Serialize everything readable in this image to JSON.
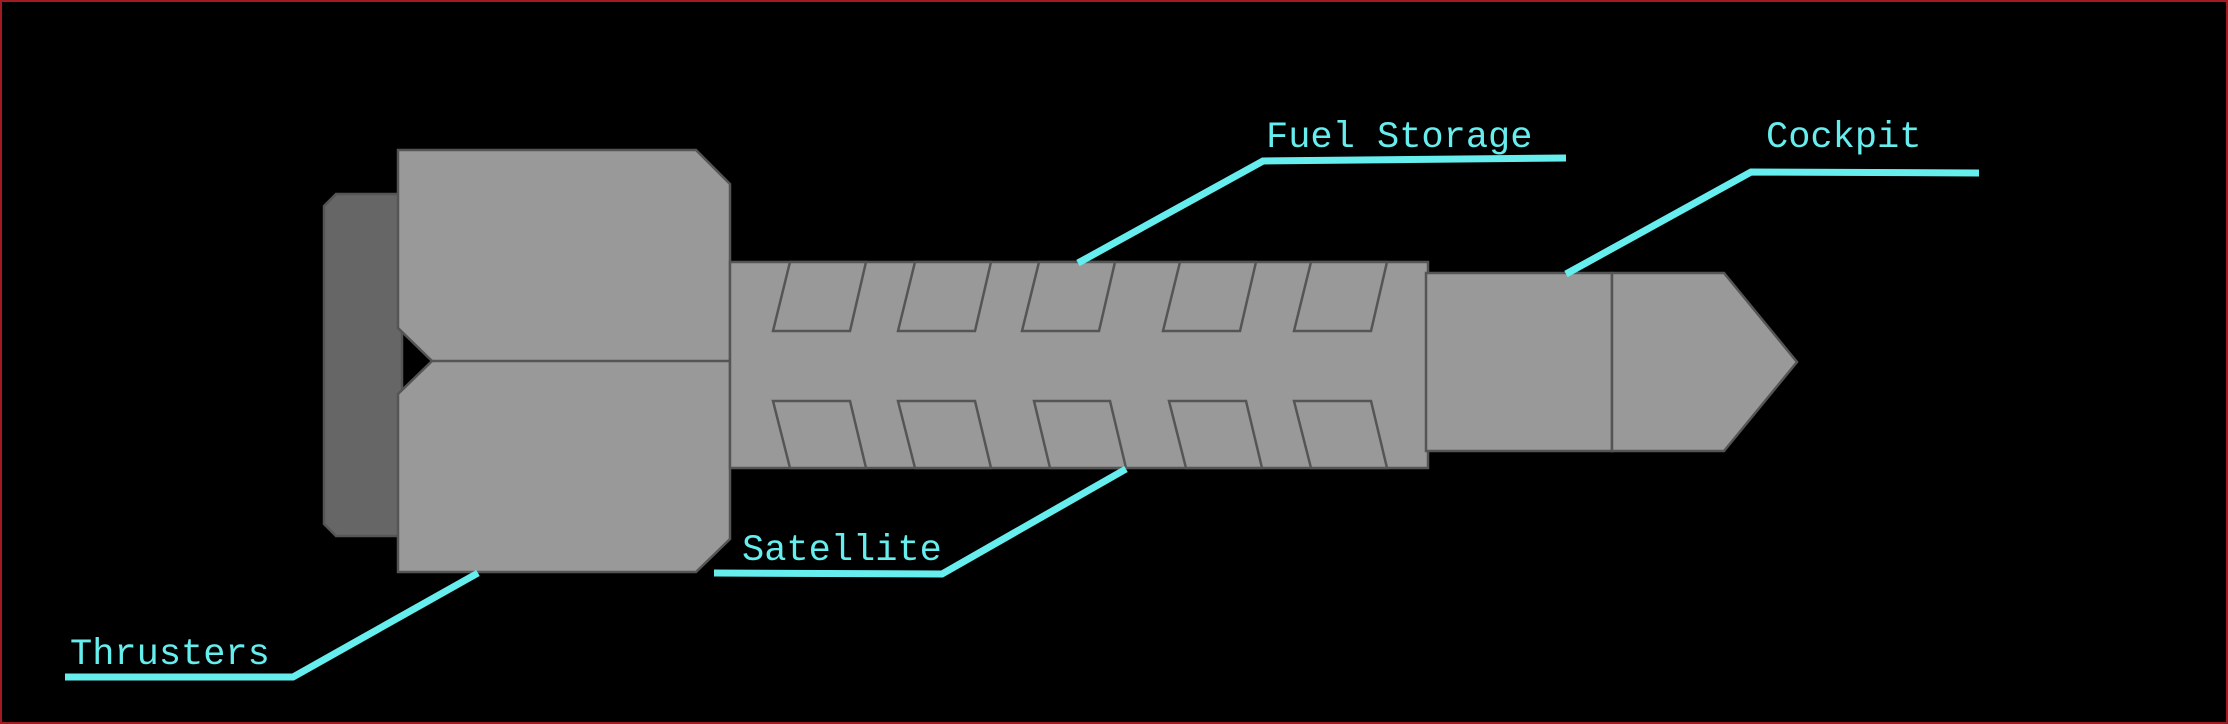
{
  "colors": {
    "background": "#000000",
    "border": "#a11a24",
    "body_gray": "#999999",
    "thruster_gray": "#666666",
    "outline": "#555555",
    "label_cyan": "#66eeee"
  },
  "labels": {
    "fuel_storage": "Fuel Storage",
    "cockpit": "Cockpit",
    "satellite": "Satellite",
    "thrusters": "Thrusters"
  }
}
